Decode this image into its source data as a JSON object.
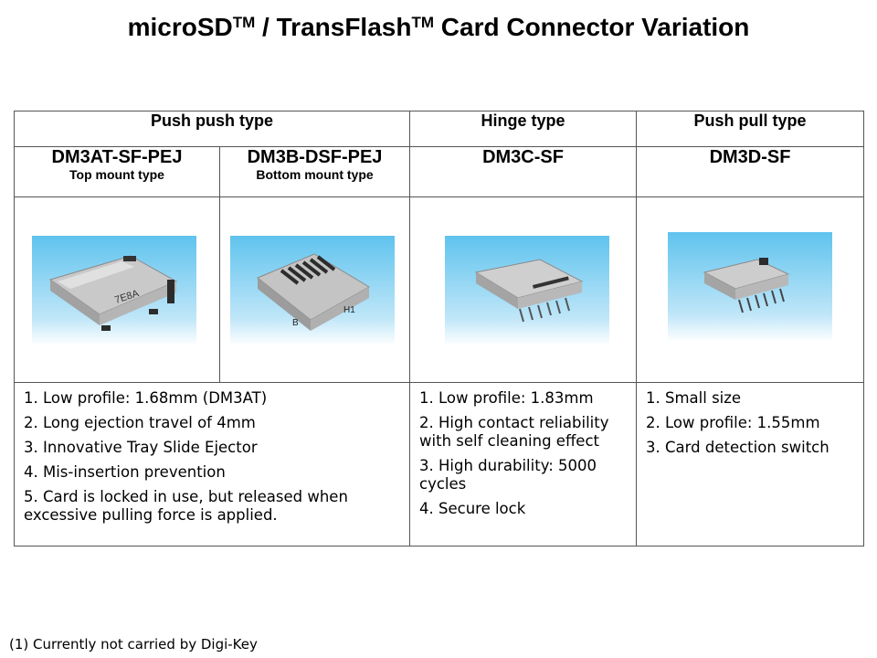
{
  "title": {
    "part1": "microSD",
    "tm1": "TM",
    "part2": " / TransFlash",
    "tm2": "TM",
    "part3": " Card Connector Variation"
  },
  "table": {
    "headers": [
      "Push push type",
      "Hinge type",
      "Push pull type"
    ],
    "models": [
      {
        "name": "DM3AT-SF-PEJ",
        "sub": "Top mount  type"
      },
      {
        "name": "DM3B-DSF-PEJ",
        "sub": "Bottom mount  type"
      },
      {
        "name": "DM3C-SF",
        "sub": ""
      },
      {
        "name": "DM3D-SF",
        "sub": ""
      }
    ],
    "features": {
      "push_push": [
        "1. Low profile: 1.68mm (DM3AT)",
        "2. Long ejection travel of 4mm",
        "3. Innovative Tray Slide Ejector",
        "4. Mis-insertion prevention",
        "5. Card is locked in use, but released when excessive pulling force is applied."
      ],
      "hinge": [
        "1. Low profile: 1.83mm",
        "2. High contact reliability with self cleaning effect",
        "3. High durability: 5000 cycles",
        "4. Secure lock"
      ],
      "push_pull": [
        "1. Small size",
        "2. Low profile: 1.55mm",
        "3. Card detection switch"
      ]
    },
    "photo_labels": {
      "dm3at": "7E8A",
      "dm3b_a": "B",
      "dm3b_b": "H1"
    }
  },
  "footnote": "(1) Currently not carried by Digi-Key",
  "colors": {
    "photo_bg": "#5fc3ee",
    "border": "#555555"
  }
}
